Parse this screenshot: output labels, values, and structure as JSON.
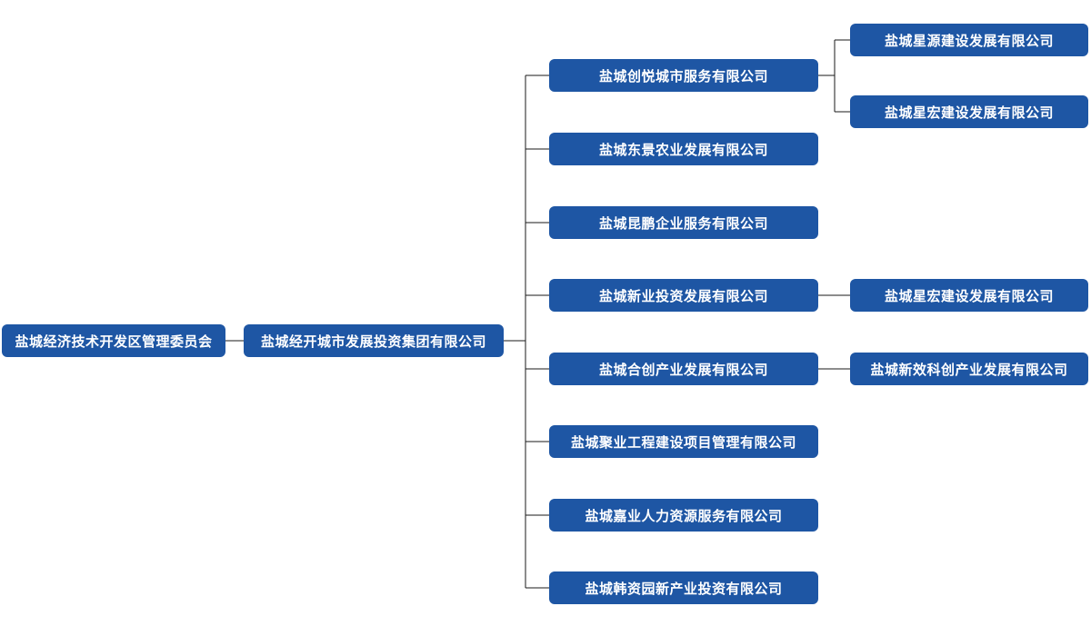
{
  "diagram": {
    "type": "org-chart",
    "root": {
      "label": "盐城经济技术开发区管理委员会"
    },
    "group": {
      "label": "盐城经开城市发展投资集团有限公司"
    },
    "subsidiaries": [
      {
        "label": "盐城创悦城市服务有限公司",
        "children": [
          {
            "label": "盐城星源建设发展有限公司"
          },
          {
            "label": "盐城星宏建设发展有限公司"
          }
        ]
      },
      {
        "label": "盐城东景农业发展有限公司",
        "children": []
      },
      {
        "label": "盐城昆鹏企业服务有限公司",
        "children": []
      },
      {
        "label": "盐城新业投资发展有限公司",
        "children": [
          {
            "label": "盐城星宏建设发展有限公司"
          }
        ]
      },
      {
        "label": "盐城合创产业发展有限公司",
        "children": [
          {
            "label": "盐城新效科创产业发展有限公司"
          }
        ]
      },
      {
        "label": "盐城聚业工程建设项目管理有限公司",
        "children": []
      },
      {
        "label": "盐城嘉业人力资源服务有限公司",
        "children": []
      },
      {
        "label": "盐城韩资园新产业投资有限公司",
        "children": []
      }
    ]
  },
  "colors": {
    "node_bg": "#1e56a4",
    "node_text": "#ffffff",
    "connector": "#1a1a1a",
    "background": "#ffffff"
  }
}
